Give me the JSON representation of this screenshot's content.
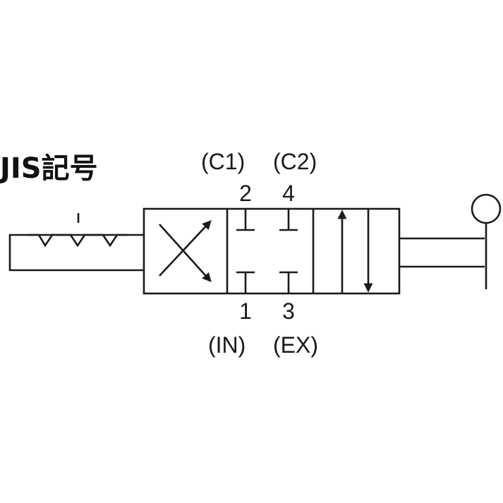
{
  "title": "JIS記号",
  "ports": {
    "top_left_name": "(C1)",
    "top_right_name": "(C2)",
    "top_left_number": "2",
    "top_right_number": "4",
    "bottom_left_number": "1",
    "bottom_right_number": "3",
    "bottom_left_name": "(IN)",
    "bottom_right_name": "(EX)"
  },
  "colors": {
    "line": "#1a1a1a",
    "background": "#ffffff"
  },
  "symbols": [
    "detent-notches",
    "cross-flow-envelope",
    "blocked-envelope",
    "parallel-flow-envelope",
    "push-pull-plunger"
  ]
}
